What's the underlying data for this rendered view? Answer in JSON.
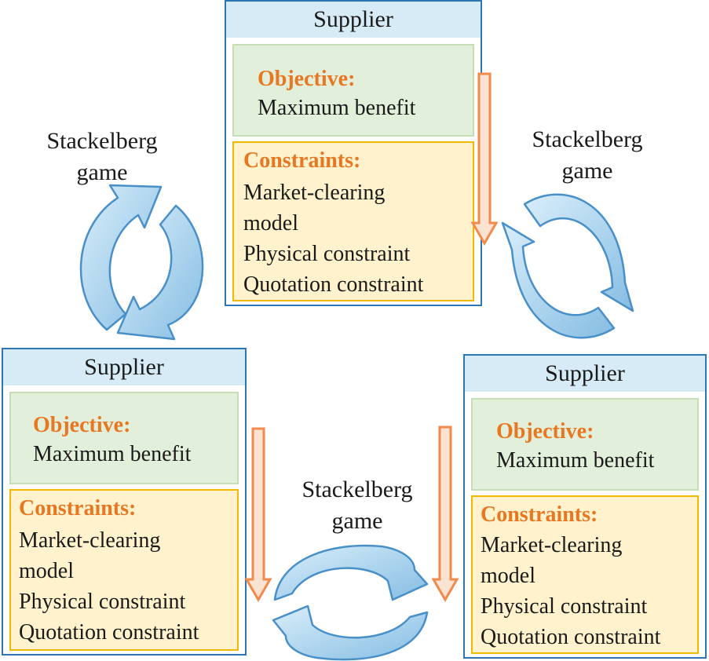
{
  "panels": [
    {
      "title": "Supplier",
      "objective": {
        "heading": "Objective:",
        "text": "Maximum benefit"
      },
      "constraints": {
        "heading": "Constraints:",
        "items": [
          "Market-clearing",
          "model",
          "Physical constraint",
          "Quotation constraint"
        ]
      }
    },
    {
      "title": "Supplier",
      "objective": {
        "heading": "Objective:",
        "text": "Maximum benefit"
      },
      "constraints": {
        "heading": "Constraints:",
        "items": [
          "Market-clearing",
          "model",
          "Physical constraint",
          "Quotation constraint"
        ]
      }
    },
    {
      "title": "Supplier",
      "objective": {
        "heading": "Objective:",
        "text": "Maximum benefit"
      },
      "constraints": {
        "heading": "Constraints:",
        "items": [
          "Market-clearing",
          "model",
          "Physical constraint",
          "Quotation constraint"
        ]
      }
    }
  ],
  "game_labels": [
    {
      "line1": "Stackelberg",
      "line2": "game"
    },
    {
      "line1": "Stackelberg",
      "line2": "game"
    },
    {
      "line1": "Stackelberg",
      "line2": "game"
    }
  ],
  "colors": {
    "panel_border": "#2e75b6",
    "header_fill": "#d6ebf5",
    "objective_fill": "#e2efda",
    "constraints_fill": "#fff2cc",
    "constraints_border": "#f4b800",
    "heading_text": "#e87722",
    "down_arrow": "#f28a4c",
    "cycle_arrow_fill": "#a9d3ee",
    "cycle_arrow_stroke": "#4a90c8"
  },
  "icons": [
    "down-arrow-icon",
    "cycle-arrow-icon"
  ]
}
